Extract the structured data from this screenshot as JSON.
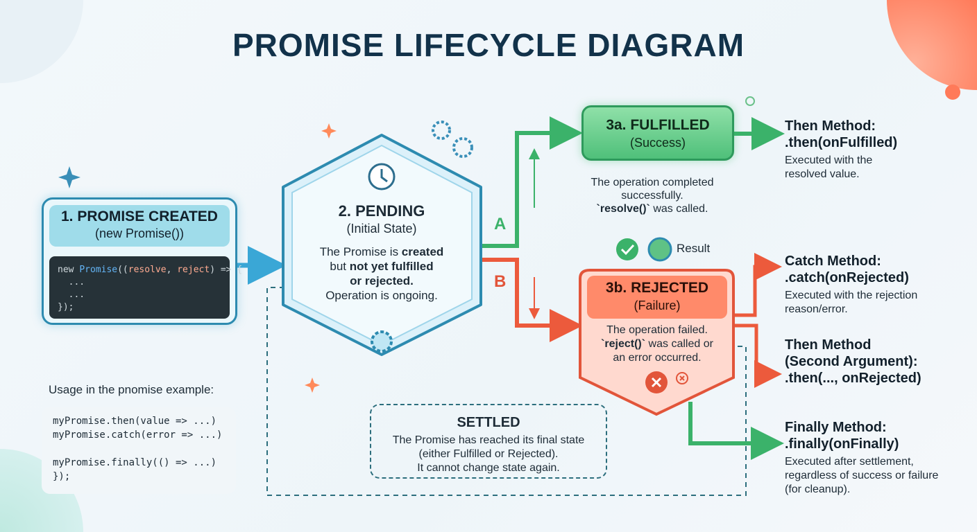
{
  "title": "PROMISE LIFECYCLE DIAGRAM",
  "created": {
    "title": "1. PROMISE CREATED",
    "subtitle": "(new Promise())",
    "code_new": "new ",
    "code_promise": "Promise",
    "code_open": "((",
    "code_resolve": "resolve",
    "code_comma": ", ",
    "code_reject": "reject",
    "code_rest": ") => {\n  ...\n  ...\n});"
  },
  "pending": {
    "title": "2. PENDING",
    "subtitle": "(Initial State)",
    "line1a": "The Promise is ",
    "line1b": "created",
    "line2a": "but ",
    "line2b": "not yet fulfilled",
    "line3": "or rejected.",
    "line4": "Operation is ongoing."
  },
  "paths": {
    "a": "A",
    "b": "B"
  },
  "fulfilled": {
    "title": "3a. FULFILLED",
    "subtitle": "(Success)",
    "desc1": "The operation completed",
    "desc2": "successfully.",
    "desc3a": "`resolve()`",
    "desc3b": " was called.",
    "result": "Result"
  },
  "rejected": {
    "title": "3b. REJECTED",
    "subtitle": "(Failure)",
    "desc1": "The operation failed.",
    "desc2a": "`reject()`",
    "desc2b": " was called or",
    "desc3": "an error occurred."
  },
  "methods": [
    {
      "h1": "Then Method:",
      "h2": ".then(onFulfilled)",
      "d1": "Executed with the",
      "d2": "resolved value."
    },
    {
      "h1": "Catch Method:",
      "h2": ".catch(onRejected)",
      "d1": "Executed with the rejection",
      "d2": "reason/error."
    },
    {
      "h1": "Then Method",
      "h2": "(Second Argument):",
      "h3": ".then(..., onRejected)"
    },
    {
      "h1": "Finally Method:",
      "h2": ".finally(onFinally)",
      "d1": "Executed after settlement,",
      "d2": "regardless of success or failure",
      "d3": "(for cleanup)."
    }
  ],
  "settled": {
    "title": "SETTLED",
    "d1": "The Promise has reached its final state",
    "d2": "(either Fulfilled or Rejected).",
    "d3": "It cannot change state again."
  },
  "usage": {
    "label": "Usage in the pnomise example:",
    "code": "myPromise.then(value => ...)\nmyPromise.catch(error => ...)\n\nmyPromise.finally(() => ...)\n});"
  }
}
